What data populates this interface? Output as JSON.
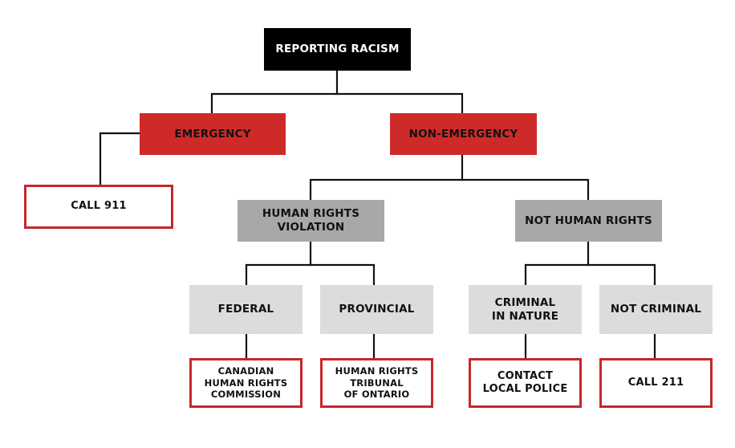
{
  "diagram": {
    "root": {
      "label": "REPORTING RACISM"
    },
    "emergency": {
      "label": "EMERGENCY"
    },
    "non_emergency": {
      "label": "NON-EMERGENCY"
    },
    "call_911": {
      "label": "CALL 911"
    },
    "human_rights_violation": {
      "label": "HUMAN RIGHTS\nVIOLATION"
    },
    "not_human_rights": {
      "label": "NOT HUMAN RIGHTS"
    },
    "federal": {
      "label": "FEDERAL"
    },
    "provincial": {
      "label": "PROVINCIAL"
    },
    "criminal_in_nature": {
      "label": "CRIMINAL\nIN NATURE"
    },
    "not_criminal": {
      "label": "NOT CRIMINAL"
    },
    "chrc": {
      "label": "CANADIAN\nHUMAN RIGHTS\nCOMMISSION"
    },
    "hrto": {
      "label": "HUMAN RIGHTS\nTRIBUNAL\nOF ONTARIO"
    },
    "contact_police": {
      "label": "CONTACT\nLOCAL POLICE"
    },
    "call_211": {
      "label": "CALL 211"
    },
    "colors": {
      "root_fill": "#000000",
      "red_fill": "#cf2a2a",
      "gray_dark_fill": "#a8a8a8",
      "gray_light_fill": "#dcdcdc",
      "outline_border": "#c8262b",
      "connector": "#111111"
    }
  }
}
